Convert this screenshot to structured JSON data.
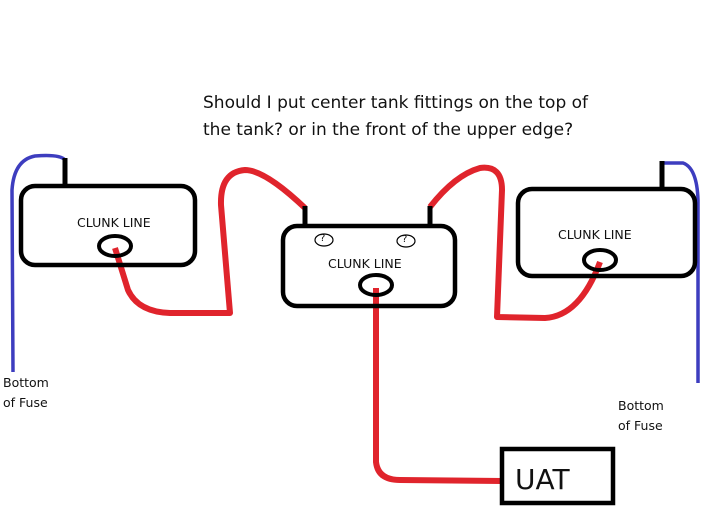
{
  "question": {
    "line1": "Should I put center tank fittings on the top of",
    "line2": "the tank? or in the front of the upper edge?"
  },
  "tanks": {
    "left": {
      "label": "CLUNK LINE"
    },
    "center": {
      "label": "CLUNK LINE",
      "fitting_marks": [
        "?",
        "?"
      ]
    },
    "right": {
      "label": "CLUNK LINE"
    }
  },
  "notes": {
    "left": {
      "line1": "Bottom",
      "line2": "of Fuse"
    },
    "right": {
      "line1": "Bottom",
      "line2": "of Fuse"
    }
  },
  "uat": {
    "label": "UAT"
  },
  "colors": {
    "fuel_line": "#e0242c",
    "vent_line": "#3d3dbf",
    "outline": "#000000"
  }
}
